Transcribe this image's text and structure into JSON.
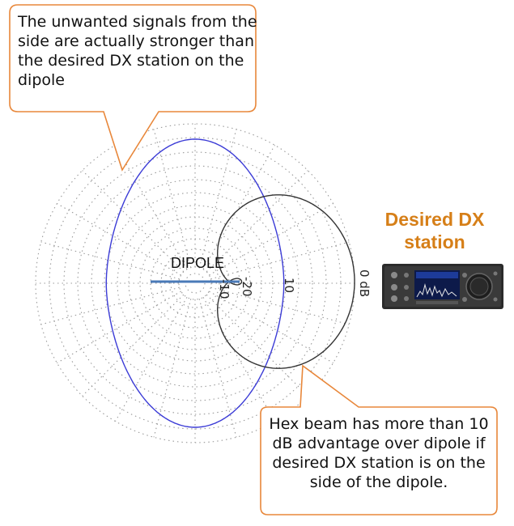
{
  "callouts": {
    "top": "The unwanted signals from the side are actually stronger than the desired DX station on the dipole",
    "bottom": "Hex beam has more than 10 dB advantage over dipole if desired DX station is on the side of the dipole."
  },
  "dx_station": {
    "label": "Desired DX station"
  },
  "dipole_label": "DIPOLE",
  "radial_ticks": [
    "-10",
    "-20",
    "10",
    "0 dB"
  ],
  "colors": {
    "callout_border": "#e8873a",
    "callout_fill": "#ffffff",
    "dx_label": "#d67f18",
    "dipole_pattern": "#3b3bd6",
    "beam_pattern": "#333333",
    "dipole_element": "#4a7ab8",
    "grid": "#9a9a9a"
  },
  "icons": {
    "radio": "transceiver-image"
  }
}
